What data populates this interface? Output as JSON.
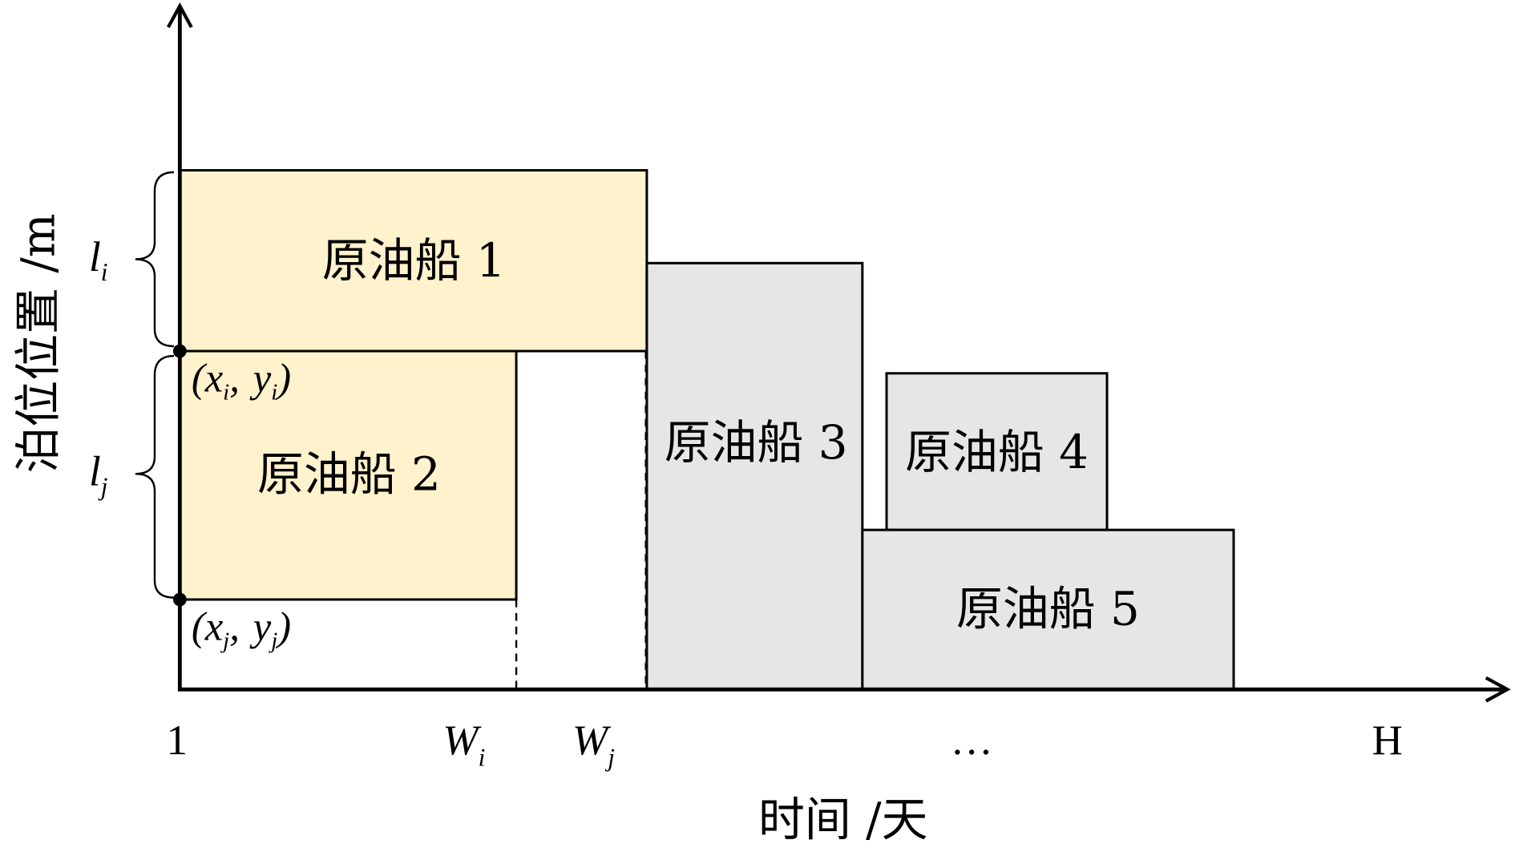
{
  "colors": {
    "scheduled_fill": "#fff2cc",
    "other_fill": "#e6e6e6",
    "stroke": "#000000"
  },
  "axes": {
    "xlabel": "时间 /天",
    "ylabel": "泊位位置 /m"
  },
  "x_ticks": {
    "start": "1",
    "wi": "W",
    "wi_sub": "i",
    "wj": "W",
    "wj_sub": "j",
    "ellipsis": "…",
    "end": "H"
  },
  "ships": [
    "原油船 1",
    "原油船 2",
    "原油船 3",
    "原油船 4",
    "原油船 5"
  ],
  "braces": {
    "li": "l",
    "li_sub": "i",
    "lj": "l",
    "lj_sub": "j"
  },
  "points": {
    "i": {
      "open": "(",
      "x": "x",
      "x_sub": "i",
      "sep": ",",
      "y": "y",
      "y_sub": "i",
      "close": ")"
    },
    "j": {
      "open": "(",
      "x": "x",
      "x_sub": "j",
      "sep": ",",
      "y": "y",
      "y_sub": "j",
      "close": ")"
    }
  }
}
